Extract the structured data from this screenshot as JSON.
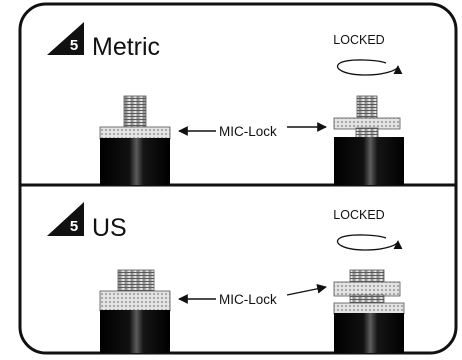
{
  "panels": [
    {
      "step_number": "5",
      "title": "Metric",
      "status_label": "LOCKED",
      "callout_label": "MIC-Lock"
    },
    {
      "step_number": "5",
      "title": "US",
      "status_label": "LOCKED",
      "callout_label": "MIC-Lock"
    }
  ],
  "colors": {
    "frame": "#111111",
    "background": "#ffffff",
    "step_badge": "#111111",
    "sleeve": "#d9d9d9",
    "thread": "#bdbdbd",
    "socket_body": "#0d0d0d"
  },
  "icons": {
    "step_badge": "triangle-badge-icon",
    "rotate": "rotate-arrow-icon",
    "arrow_left": "arrow-left-icon",
    "arrow_right": "arrow-right-icon"
  }
}
